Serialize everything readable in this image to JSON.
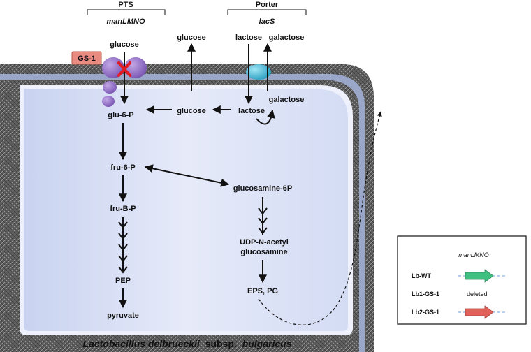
{
  "header": {
    "pts": {
      "title": "PTS",
      "gene": "manLMNO"
    },
    "porter": {
      "title": "Porter",
      "gene": "lacS"
    }
  },
  "membrane": {
    "gs1_label": "GS-1"
  },
  "external": {
    "glucose_in": "glucose",
    "glucose_out": "glucose",
    "lactose": "lactose",
    "galactose": "galactose"
  },
  "internal": {
    "glucose": "glucose",
    "lactose": "lactose",
    "galactose": "galactose"
  },
  "pathway": {
    "glu6p": "glu-6-P",
    "fru6p": "fru-6-P",
    "fruBp": "fru-B-P",
    "pep": "PEP",
    "pyruvate": "pyruvate",
    "glucosamine6p": "glucosamine-6P",
    "udp_line1": "UDP-N-acetyl",
    "udp_line2": "glucosamine",
    "eps": "EPS, PG"
  },
  "legend": {
    "gene": "manLMNO",
    "rows": [
      {
        "strain": "Lb-WT",
        "status": "",
        "arrow_color": "#3fbf80"
      },
      {
        "strain": "Lb1-GS-1",
        "status": "deleted",
        "arrow_color": ""
      },
      {
        "strain": "Lb2-GS-1",
        "status": "",
        "arrow_color": "#e0605a"
      }
    ]
  },
  "caption": {
    "genus_species": "Lactobacillus delbrueckii",
    "subsp": "subsp.",
    "subspecies": "bulgaricus"
  },
  "colors": {
    "cytoplasm": "#dde3f7",
    "membrane": "#4a4a4a",
    "pts_transporter": "#8f6bc2",
    "porter": "#3fb8d6",
    "gs1_box": "#e98b80",
    "block_x": "#e31b23"
  }
}
